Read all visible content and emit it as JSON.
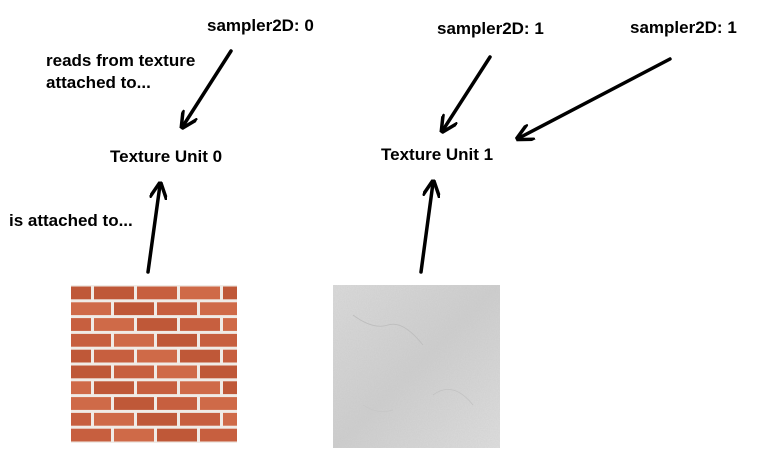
{
  "labels": {
    "sampler_0": "sampler2D: 0",
    "sampler_1_left": "sampler2D: 1",
    "sampler_1_right": "sampler2D: 1",
    "reads_from": "reads from texture attached to...",
    "texture_unit_0": "Texture Unit 0",
    "texture_unit_1": "Texture Unit 1",
    "is_attached_to": "is attached to..."
  },
  "textures": {
    "left": "brick-wall-texture",
    "right": "concrete-texture"
  },
  "colors": {
    "arrow": "#000000",
    "text": "#000000",
    "brick": "#c75f3f",
    "mortar": "#f0ebe6",
    "concrete": "#d8d8d8"
  }
}
